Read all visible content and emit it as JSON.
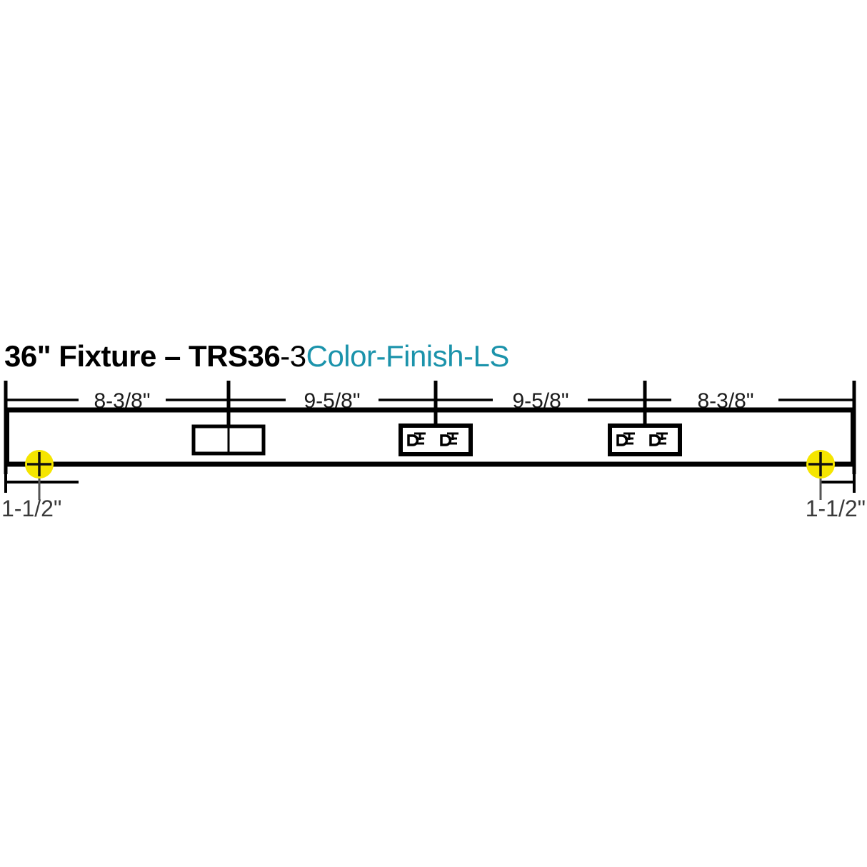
{
  "title": {
    "bold_part": "36\" Fixture – TRS36",
    "regular_part": "-3",
    "accent_part": "Color-Finish-LS",
    "accent_color": "#1b93ab"
  },
  "colors": {
    "line": "#000000",
    "text": "#1b1b1b",
    "end_dim_text": "#3a3a3a",
    "mount_point": "#f5e500",
    "accent": "#1b93ab",
    "background": "#ffffff"
  },
  "diagram": {
    "type": "elevation-dimension-drawing",
    "fixture_label": "36\" Fixture",
    "top_dimensions": [
      {
        "label": "8-3/8\""
      },
      {
        "label": "9-5/8\""
      },
      {
        "label": "9-5/8\""
      },
      {
        "label": "8-3/8\""
      }
    ],
    "end_dimensions": [
      {
        "label": "1-1/2\"",
        "side": "left"
      },
      {
        "label": "1-1/2\"",
        "side": "right"
      }
    ],
    "components": [
      {
        "name": "junction-box",
        "kind": "blank-box",
        "label": ""
      },
      {
        "name": "receptacle-1",
        "kind": "duplex-receptacle",
        "label": ""
      },
      {
        "name": "receptacle-2",
        "kind": "duplex-receptacle",
        "label": ""
      }
    ],
    "mount_points": [
      {
        "name": "mount-point-left",
        "label": ""
      },
      {
        "name": "mount-point-right",
        "label": ""
      }
    ]
  }
}
